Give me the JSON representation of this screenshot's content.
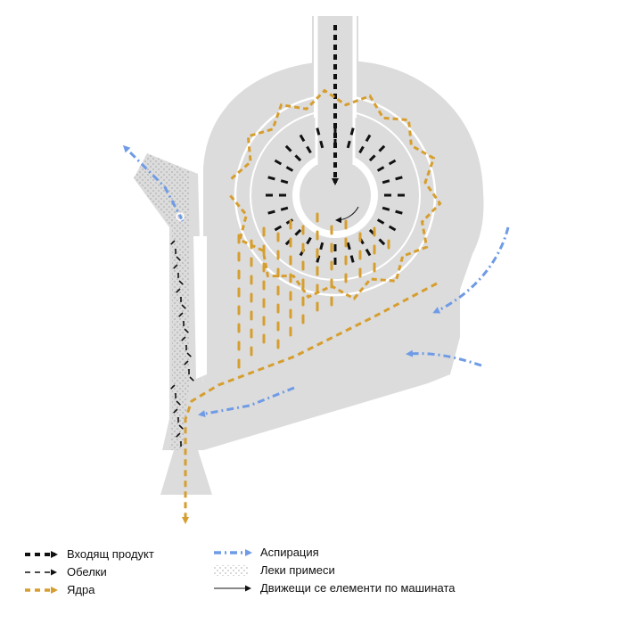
{
  "colors": {
    "machine_body": "#dcdcdc",
    "background": "#ffffff",
    "incoming_product": "#111111",
    "husks": "#111111",
    "kernels": "#d69e2e",
    "aspiration": "#6f9be6",
    "light_impurities": "#555555",
    "moving_elements": "#111111"
  },
  "legend": {
    "incoming_product": {
      "label": "Входящ продукт",
      "icon": "dashed-black-arrow"
    },
    "husks": {
      "label": "Обелки",
      "icon": "thin-dashed-black-arrow"
    },
    "kernels": {
      "label": "Ядра",
      "icon": "dashed-orange-arrow"
    },
    "aspiration": {
      "label": "Аспирация",
      "icon": "dash-dot-blue-arrow"
    },
    "light_impurities": {
      "label": "Леки примеси",
      "icon": "dotted-pattern"
    },
    "moving_elements": {
      "label": "Движещи се елементи по машината",
      "icon": "thin-black-arrow"
    }
  }
}
